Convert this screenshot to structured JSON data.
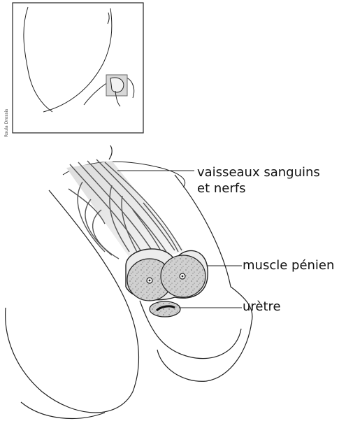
{
  "credit": "Roula Drossis",
  "labels": {
    "vessels_line1": "vaisseaux sanguins",
    "vessels_line2": "et nerfs",
    "muscle": "muscle pénien",
    "urethra": "urètre"
  },
  "colors": {
    "line": "#222222",
    "muscle_fill": "#c9c9c9",
    "vessel": "#555555",
    "inset_highlight": "#9a9a9a"
  }
}
